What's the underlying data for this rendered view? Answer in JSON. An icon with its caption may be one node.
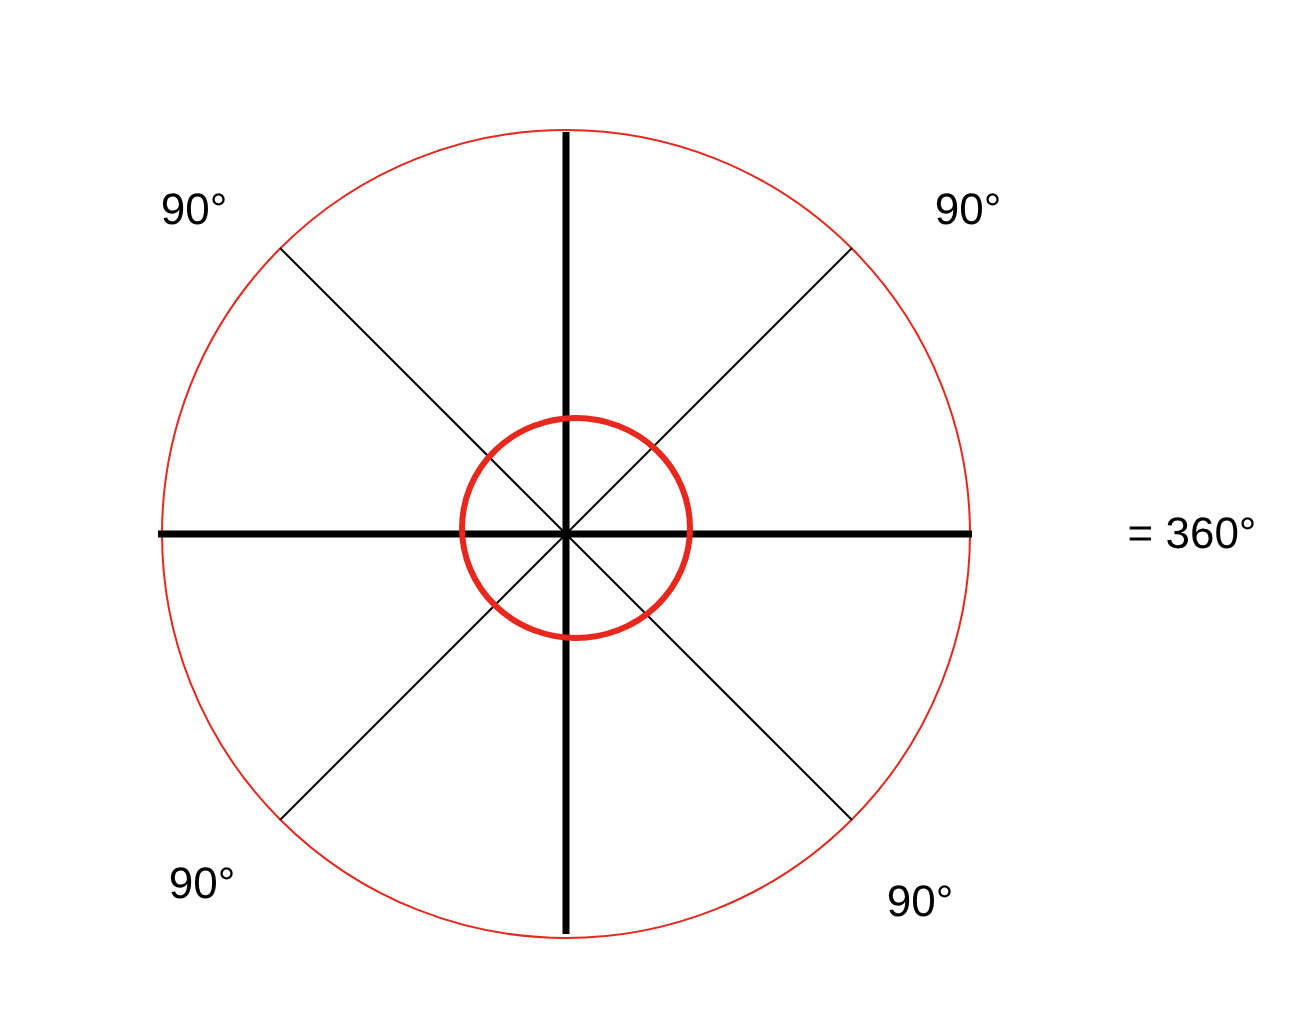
{
  "diagram": {
    "labels": [
      "90°",
      "90°",
      "90°",
      "90°",
      "= 360°"
    ]
  }
}
